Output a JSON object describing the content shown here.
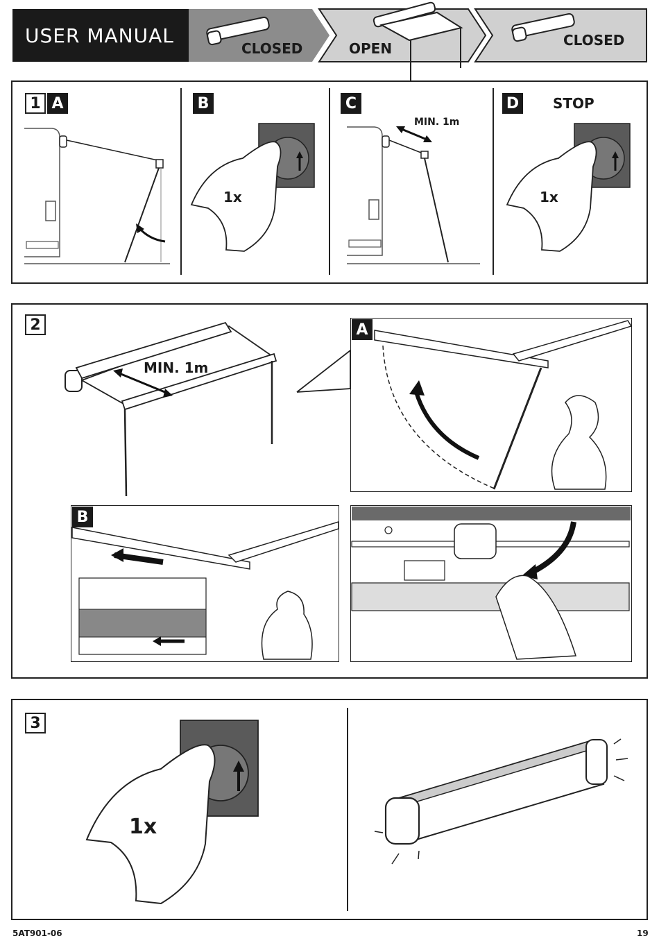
{
  "header": {
    "title": "USER MANUAL",
    "stages": [
      "CLOSED",
      "OPEN",
      "CLOSED"
    ]
  },
  "step1": {
    "number": "1",
    "substeps": [
      "A",
      "B",
      "C",
      "D"
    ],
    "press_count": "1x",
    "min_distance": "MIN. 1m",
    "stop_label": "STOP"
  },
  "step2": {
    "number": "2",
    "min_distance": "MIN. 1m",
    "substeps": [
      "A",
      "B"
    ]
  },
  "step3": {
    "number": "3",
    "press_count": "1x"
  },
  "footer": {
    "doc_code": "5AT901-06",
    "page_number": "19"
  },
  "colors": {
    "dark": "#1a1a1a",
    "banner_grey": "#8c8c8c",
    "panel_grey": "#5a5a5a"
  }
}
